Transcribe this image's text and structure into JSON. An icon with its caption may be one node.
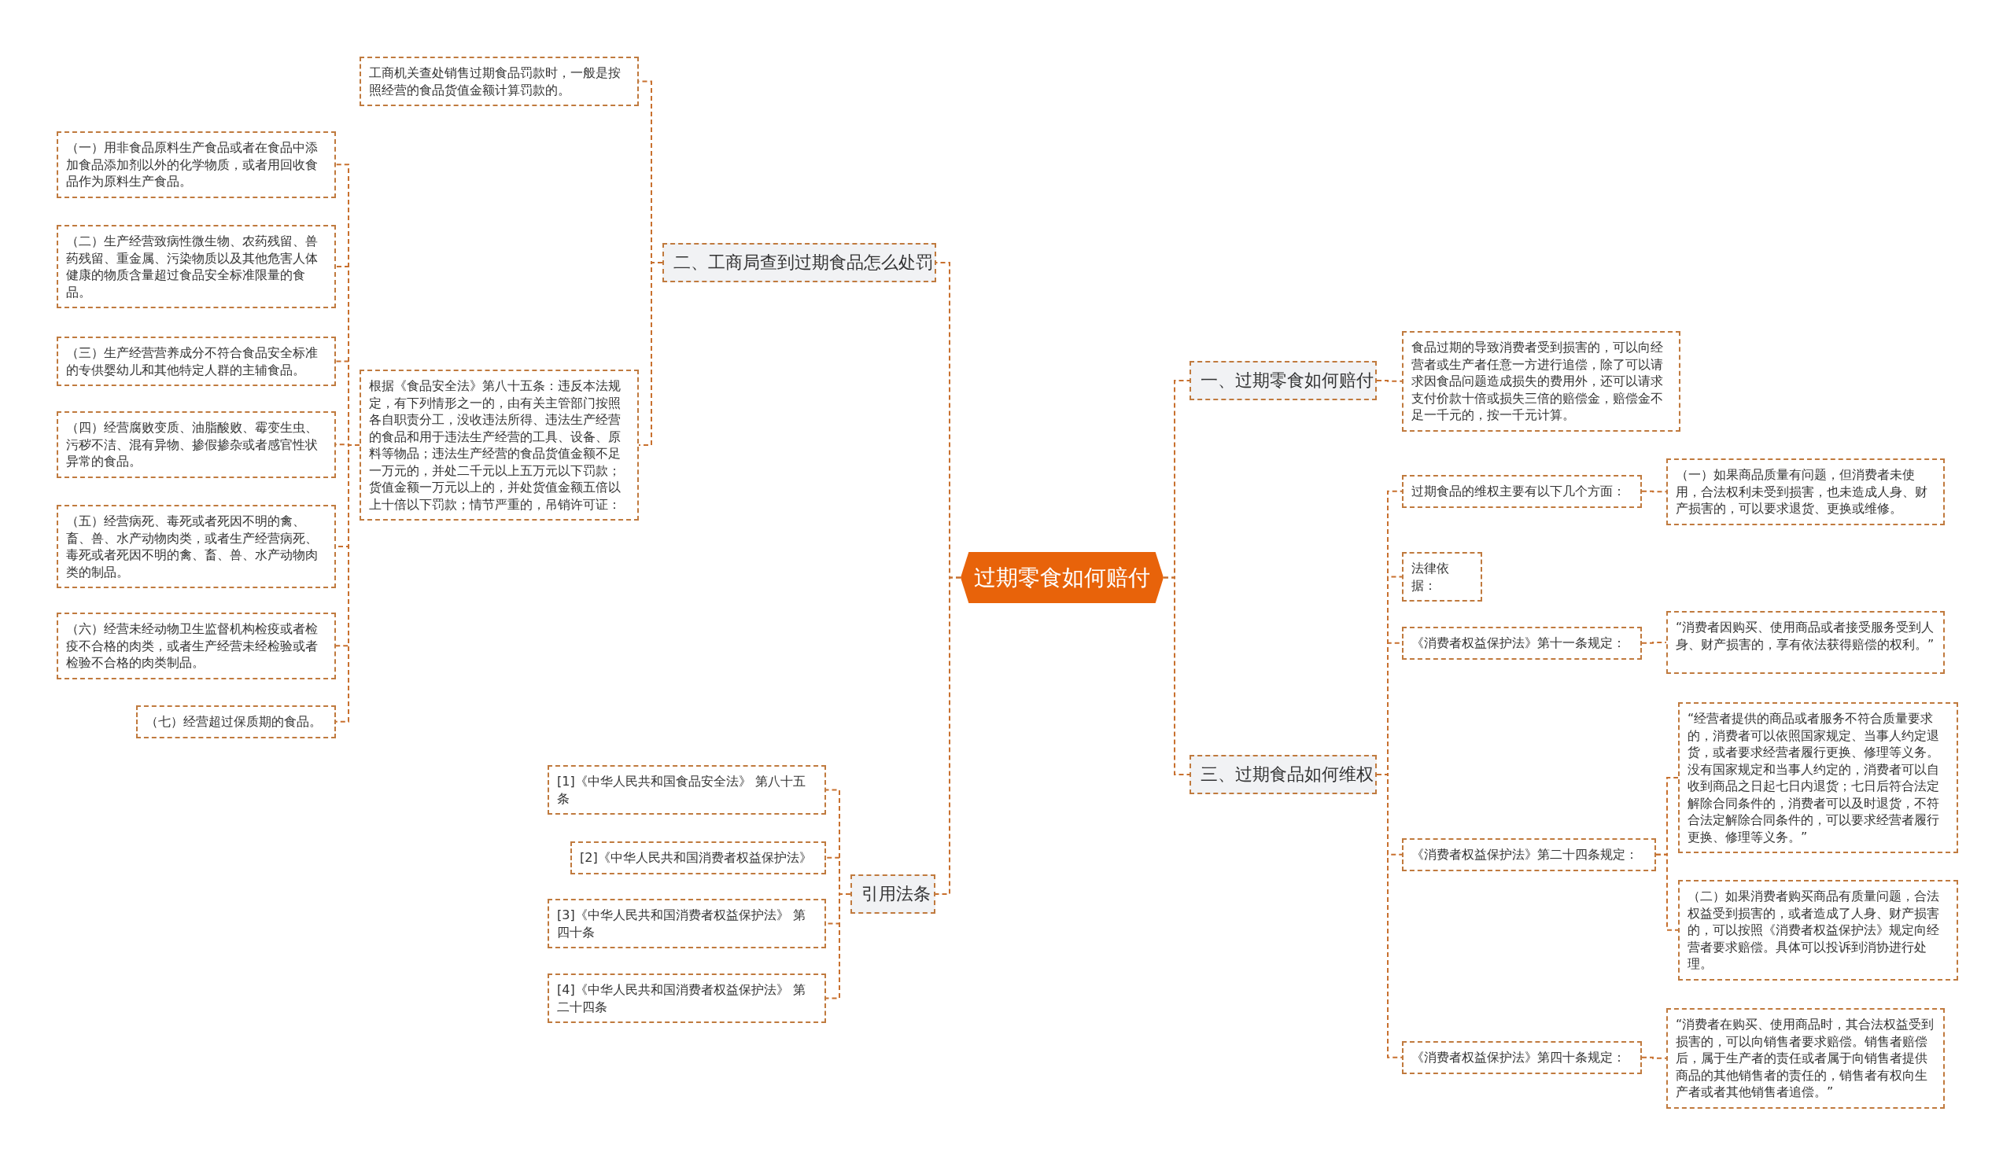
{
  "diagram": {
    "nodes": [
      {
        "text": [
          "过期零食如何赔付"
        ]
      },
      {
        "text": [
          "二、工商局查到过期食品怎么处罚"
        ]
      },
      {
        "text": [
          "工商机关查处销售过期食品罚款时，一般是按照经营的食品货值金额计算罚款的。"
        ]
      },
      {
        "text": [
          "根据《食品安全法》第八十五条：违反本法规定，有下列情形之一的，由有关主管部门按照各自职责分工，没收违法所得、违法生产经营的食品和用于违法生产经营的工具、设备、原料等物品；违法生产经营的食品货值金额不足一万元的，并处二千元以上五万元以下罚款；货值金额一万元以上的，并处货值金额五倍以上十倍以下罚款；情节严重的，吊销许可证："
        ]
      },
      {
        "text": [
          "（一）用非食品原料生产食品或者在食品中添加食品添加剂以外的化学物质，或者用回收食品作为原料生产食品。"
        ]
      },
      {
        "text": [
          "（二）生产经营致病性微生物、农药残留、兽药残留、重金属、污染物质以及其他危害人体健康的物质含量超过食品安全标准限量的食品。"
        ]
      },
      {
        "text": [
          "（三）生产经营营养成分不符合食品安全标准的专供婴幼儿和其他特定人群的主辅食品。"
        ]
      },
      {
        "text": [
          "（四）经营腐败变质、油脂酸败、霉变生虫、污秽不洁、混有异物、掺假掺杂或者感官性状异常的食品。"
        ]
      },
      {
        "text": [
          "（五）经营病死、毒死或者死因不明的禽、畜、兽、水产动物肉类，或者生产经营病死、毒死或者死因不明的禽、畜、兽、水产动物肉类的制品。"
        ]
      },
      {
        "text": [
          "（六）经营未经动物卫生监督机构检疫或者检疫不合格的肉类，或者生产经营未经检验或者检验不合格的肉类制品。"
        ]
      },
      {
        "text": [
          "（七）经营超过保质期的食品。"
        ]
      },
      {
        "text": [
          "引用法条"
        ]
      },
      {
        "text": [
          "[1]《中华人民共和国食品安全法》 第八十五条"
        ]
      },
      {
        "text": [
          "[2]《中华人民共和国消费者权益保护法》"
        ]
      },
      {
        "text": [
          "[3]《中华人民共和国消费者权益保护法》 第四十条"
        ]
      },
      {
        "text": [
          "[4]《中华人民共和国消费者权益保护法》 第二十四条"
        ]
      },
      {
        "text": [
          "一、过期零食如何赔付"
        ]
      },
      {
        "text": [
          "食品过期的导致消费者受到损害的，可以向经营者或生产者任意一方进行追偿，除了可以请求因食品问题造成损失的费用外，还可以请求支付价款十倍或损失三倍的赔偿金，赔偿金不足一千元的，按一千元计算。"
        ]
      },
      {
        "text": [
          "三、过期食品如何维权"
        ]
      },
      {
        "text": [
          "过期食品的维权主要有以下几个方面："
        ]
      },
      {
        "text": [
          "（一）如果商品质量有问题，但消费者未使用，合法权利未受到损害，也未造成人身、财产损害的，可以要求退货、更换或维修。"
        ]
      },
      {
        "text": [
          "法律依据："
        ]
      },
      {
        "text": [
          "《消费者权益保护法》第十一条规定："
        ]
      },
      {
        "text": [
          "“消费者因购买、使用商品或者接受服务受到人身、财产损害的，享有依法获得赔偿的权利。”"
        ]
      },
      {
        "text": [
          "《消费者权益保护法》第二十四条规定："
        ]
      },
      {
        "text": [
          "“经营者提供的商品或者服务不符合质量要求的，消费者可以依照国家规定、当事人约定退货，或者要求经营者履行更换、修理等义务。没有国家规定和当事人约定的，消费者可以自收到商品之日起七日内退货；七日后符合法定解除合同条件的，消费者可以及时退货，不符合法定解除合同条件的，可以要求经营者履行更换、修理等义务。”"
        ]
      },
      {
        "text": [
          "（二）如果消费者购买商品有质量问题，合法权益受到损害的，或者造成了人身、财产损害的，可以按照《消费者权益保护法》规定向经营者要求赔偿。具体可以投诉到消协进行处理。"
        ]
      },
      {
        "text": [
          "《消费者权益保护法》第四十条规定："
        ]
      },
      {
        "text": [
          "“消费者在购买、使用商品时，其合法权益受到损害的，可以向销售者要求赔偿。销售者赔偿后，属于生产者的责任或者属于向销售者提供商品的其他销售者的责任的，销售者有权向生产者或者其他销售者追偿。”"
        ]
      }
    ],
    "edges": [
      {
        "from": 0,
        "to": 1,
        "arrow": "none"
      },
      {
        "from": 0,
        "to": 11,
        "arrow": "none"
      },
      {
        "from": 0,
        "to": 16,
        "arrow": "none"
      },
      {
        "from": 0,
        "to": 18,
        "arrow": "none"
      },
      {
        "from": 1,
        "to": 2,
        "arrow": "none"
      },
      {
        "from": 1,
        "to": 3,
        "arrow": "none"
      },
      {
        "from": 3,
        "to": 4,
        "arrow": "none"
      },
      {
        "from": 3,
        "to": 5,
        "arrow": "none"
      },
      {
        "from": 3,
        "to": 6,
        "arrow": "none"
      },
      {
        "from": 3,
        "to": 7,
        "arrow": "none"
      },
      {
        "from": 3,
        "to": 8,
        "arrow": "none"
      },
      {
        "from": 3,
        "to": 9,
        "arrow": "none"
      },
      {
        "from": 3,
        "to": 10,
        "arrow": "none"
      },
      {
        "from": 11,
        "to": 12,
        "arrow": "none"
      },
      {
        "from": 11,
        "to": 13,
        "arrow": "none"
      },
      {
        "from": 11,
        "to": 14,
        "arrow": "none"
      },
      {
        "from": 11,
        "to": 15,
        "arrow": "none"
      },
      {
        "from": 16,
        "to": 17,
        "arrow": "none"
      },
      {
        "from": 18,
        "to": 19,
        "arrow": "none"
      },
      {
        "from": 18,
        "to": 21,
        "arrow": "none"
      },
      {
        "from": 18,
        "to": 22,
        "arrow": "none"
      },
      {
        "from": 18,
        "to": 24,
        "arrow": "none"
      },
      {
        "from": 18,
        "to": 27,
        "arrow": "none"
      },
      {
        "from": 19,
        "to": 20,
        "arrow": "none"
      },
      {
        "from": 22,
        "to": 23,
        "arrow": "none"
      },
      {
        "from": 24,
        "to": 25,
        "arrow": "none"
      },
      {
        "from": 24,
        "to": 26,
        "arrow": "none"
      },
      {
        "from": 27,
        "to": 28,
        "arrow": "none"
      }
    ]
  }
}
